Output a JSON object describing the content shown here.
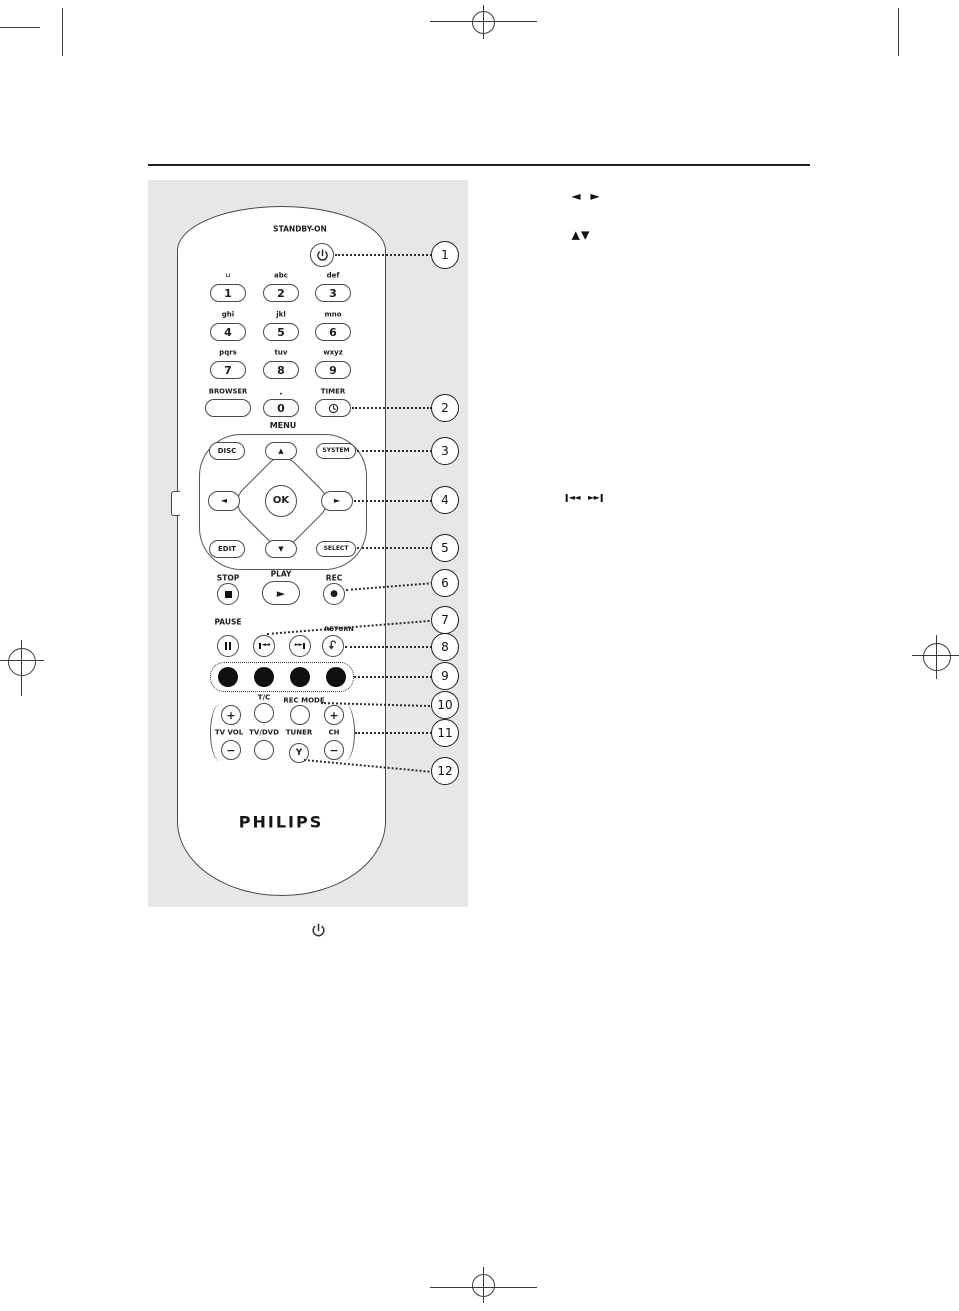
{
  "remote": {
    "standby_label": "STANDBY-ON",
    "keys": [
      {
        "num": "1",
        "letters": "⊔"
      },
      {
        "num": "2",
        "letters": "abc"
      },
      {
        "num": "3",
        "letters": "def"
      },
      {
        "num": "4",
        "letters": "ghi"
      },
      {
        "num": "5",
        "letters": "jkl"
      },
      {
        "num": "6",
        "letters": "mno"
      },
      {
        "num": "7",
        "letters": "pqrs"
      },
      {
        "num": "8",
        "letters": "tuv"
      },
      {
        "num": "9",
        "letters": "wxyz"
      }
    ],
    "browser_label": "BROWSER",
    "zero_key": {
      "num": "0",
      "letters": "."
    },
    "timer_label": "TIMER",
    "menu_label": "MENU",
    "nav": {
      "disc": "DISC",
      "system": "SYSTEM",
      "edit": "EDIT",
      "select": "SELECT",
      "ok": "OK",
      "up": "▲",
      "down": "▼",
      "left": "◄",
      "right": "►"
    },
    "transport": {
      "stop_label": "STOP",
      "play_label": "PLAY",
      "rec_label": "REC",
      "pause_label": "PAUSE",
      "return_label": "RETURN",
      "play_glyph": "►",
      "rec_glyph": "●"
    },
    "skip": {
      "prev": "◄◄",
      "next": "►►"
    },
    "lower": {
      "tc": "T/C",
      "rec_mode": "REC MODE",
      "tv_vol": "TV VOL",
      "tv_dvd": "TV/DVD",
      "tuner": "TUNER",
      "tuner_glyph": "Y",
      "ch": "CH",
      "plus": "+",
      "minus": "−"
    },
    "brand": "PHILIPS"
  },
  "callouts": [
    "1",
    "2",
    "3",
    "4",
    "5",
    "6",
    "7",
    "8",
    "9",
    "10",
    "11",
    "12"
  ],
  "annotations": {
    "left_right": "◄ ►",
    "up_down": "▲▼",
    "skip_prev": "◄◄",
    "skip_next": "►►"
  }
}
